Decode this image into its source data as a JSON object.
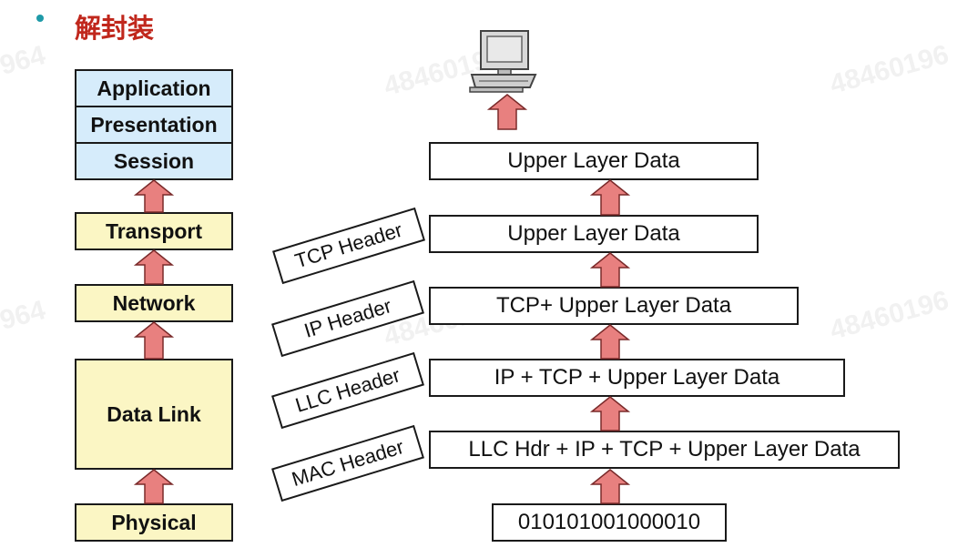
{
  "title": "解封装",
  "osi_layers": {
    "application": "Application",
    "presentation": "Presentation",
    "session": "Session",
    "transport": "Transport",
    "network": "Network",
    "data_link": "Data Link",
    "physical": "Physical"
  },
  "data_units": {
    "upper1": "Upper Layer Data",
    "upper2": "Upper Layer Data",
    "tcp_upper": "TCP+ Upper Layer Data",
    "ip_tcp": "IP + TCP + Upper Layer Data",
    "llc_ip": "LLC Hdr + IP + TCP + Upper Layer Data",
    "bits": "010101001000010"
  },
  "headers": {
    "tcp": "TCP Header",
    "ip": "IP Header",
    "llc": "LLC Header",
    "mac": "MAC Header"
  },
  "colors": {
    "arrow_fill": "#e8807f",
    "arrow_stroke": "#7a2a2a",
    "title": "#c0271c",
    "osi_lower": "#fbf6c4",
    "osi_upper": "#d6ecfb"
  }
}
